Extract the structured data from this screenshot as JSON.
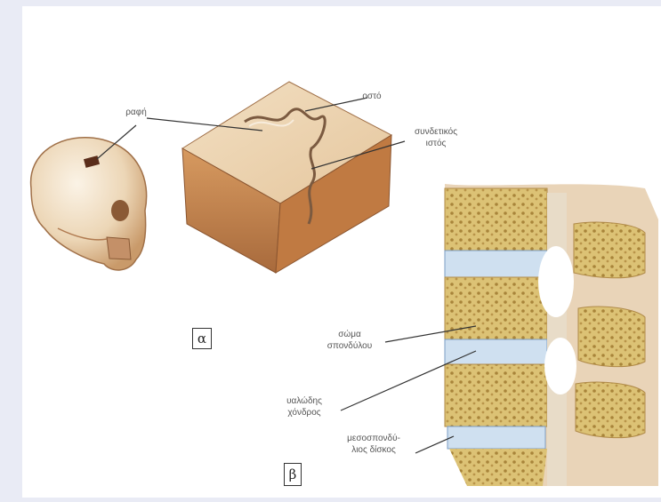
{
  "labels": {
    "suture": "ραφή",
    "bone": "οστό",
    "connective_1": "συνδετικός",
    "connective_2": "ιστός",
    "vertebral_body_1": "σώμα",
    "vertebral_body_2": "σπονδύλου",
    "cartilage_1": "υαλώδης",
    "cartilage_2": "χόνδρος",
    "disc_1": "μεσοσπονδύ-",
    "disc_2": "λιος δίσκος"
  },
  "panel_tags": {
    "a": "α",
    "b": "β"
  },
  "colors": {
    "background": "#e9ebf5",
    "bone": "#e6c79c",
    "bone_dark": "#b87a45",
    "spongy": "#d7b96a",
    "disc": "#cfe0f0",
    "leader": "#333333"
  }
}
